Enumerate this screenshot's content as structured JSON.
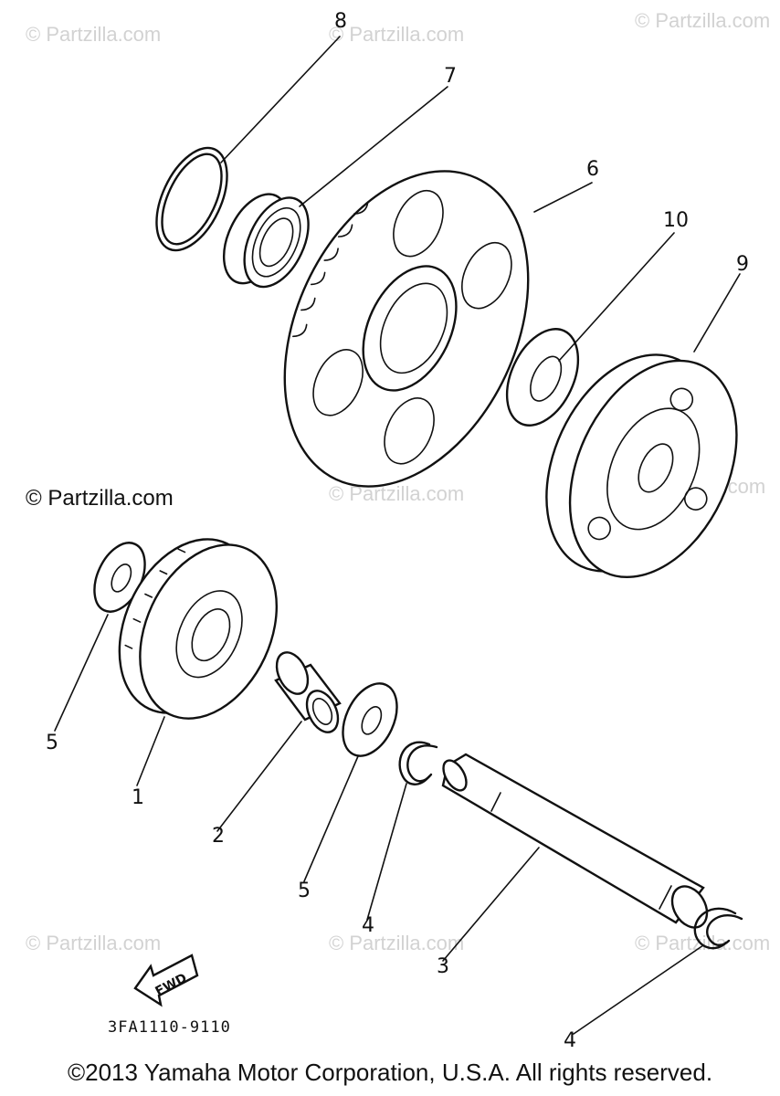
{
  "watermark": "© Partzilla.com",
  "watermark_main": "© Partzilla.com",
  "drawing_code": "3FA1110-9110",
  "fwd_label": "FWD",
  "copyright": "©2013 Yamaha Motor Corporation, U.S.A. All rights reserved.",
  "callouts": {
    "c8": "8",
    "c7": "7",
    "c6": "6",
    "c10": "10",
    "c9": "9",
    "c5a": "5",
    "c1": "1",
    "c2": "2",
    "c5b": "5",
    "c4a": "4",
    "c3": "3",
    "c4b": "4"
  }
}
